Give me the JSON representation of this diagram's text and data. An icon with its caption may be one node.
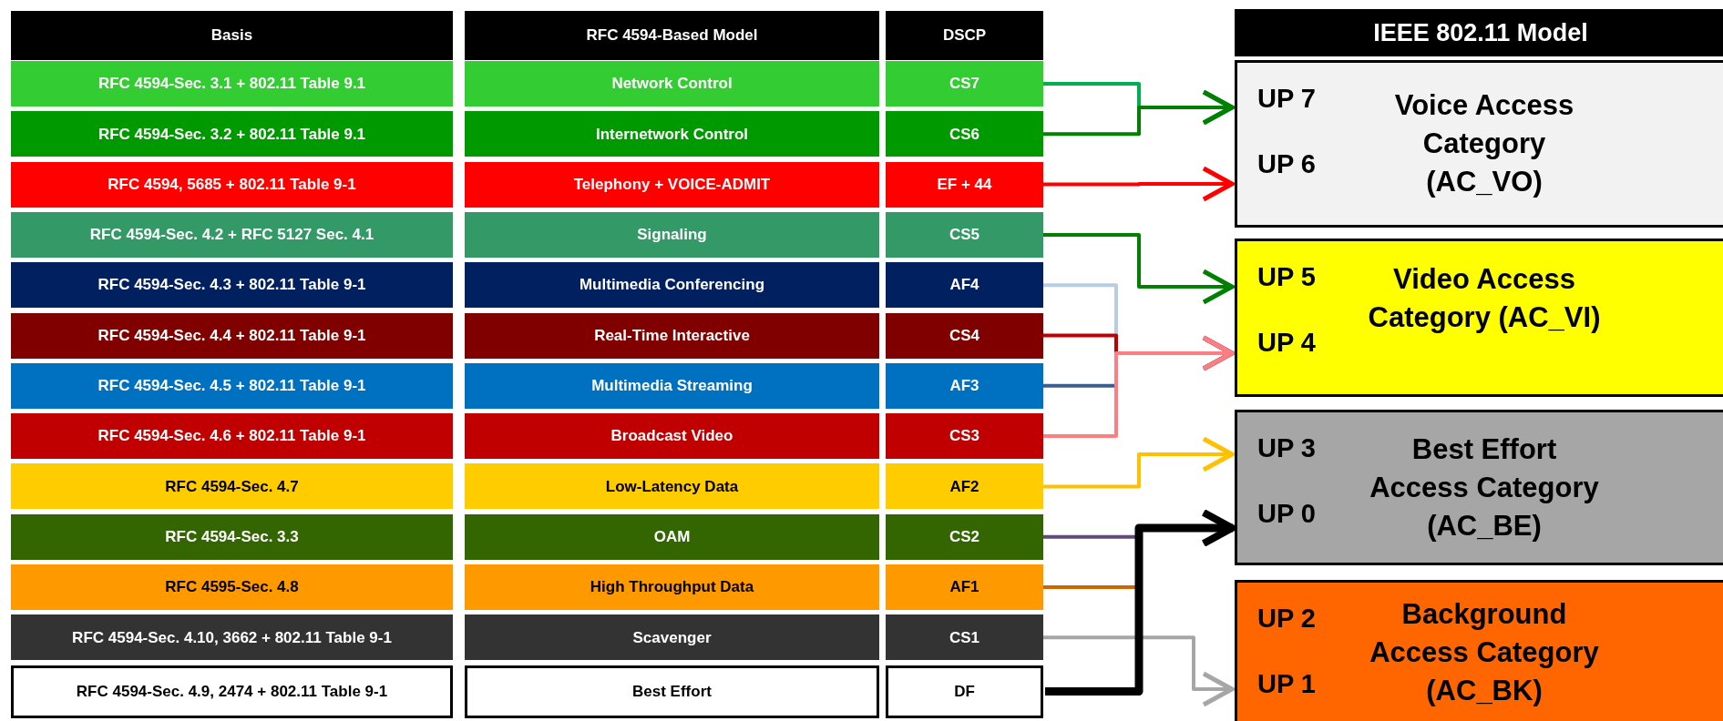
{
  "diagram": {
    "nodes": [
      {
        "text": [
          "Basis"
        ]
      },
      {
        "text": [
          "RFC 4594-Based Model"
        ]
      },
      {
        "text": [
          "DSCP"
        ]
      },
      {
        "text": [
          "IEEE 802.11 Model"
        ]
      },
      {
        "text": [
          "RFC 4594-Sec. 3.1 + 802.11 Table 9.1"
        ]
      },
      {
        "text": [
          "Network Control"
        ]
      },
      {
        "text": [
          "CS7"
        ]
      },
      {
        "text": [
          "RFC 4594-Sec. 3.2 + 802.11 Table 9.1"
        ]
      },
      {
        "text": [
          "Internetwork Control"
        ]
      },
      {
        "text": [
          "CS6"
        ]
      },
      {
        "text": [
          "RFC 4594, 5685 + 802.11 Table 9-1"
        ]
      },
      {
        "text": [
          "Telephony + VOICE-ADMIT"
        ]
      },
      {
        "text": [
          "EF + 44"
        ]
      },
      {
        "text": [
          "RFC 4594-Sec. 4.2 + RFC 5127 Sec. 4.1"
        ]
      },
      {
        "text": [
          "Signaling"
        ]
      },
      {
        "text": [
          "CS5"
        ]
      },
      {
        "text": [
          "RFC 4594-Sec. 4.3 + 802.11 Table 9-1"
        ]
      },
      {
        "text": [
          "Multimedia Conferencing"
        ]
      },
      {
        "text": [
          "AF4"
        ]
      },
      {
        "text": [
          "RFC 4594-Sec. 4.4 + 802.11 Table 9-1"
        ]
      },
      {
        "text": [
          "Real-Time Interactive"
        ]
      },
      {
        "text": [
          "CS4"
        ]
      },
      {
        "text": [
          "RFC 4594-Sec. 4.5 + 802.11 Table 9-1"
        ]
      },
      {
        "text": [
          "Multimedia Streaming"
        ]
      },
      {
        "text": [
          "AF3"
        ]
      },
      {
        "text": [
          "RFC 4594-Sec. 4.6 + 802.11 Table 9-1"
        ]
      },
      {
        "text": [
          "Broadcast Video"
        ]
      },
      {
        "text": [
          "CS3"
        ]
      },
      {
        "text": [
          "RFC 4594-Sec. 4.7"
        ]
      },
      {
        "text": [
          "Low-Latency Data"
        ]
      },
      {
        "text": [
          "AF2"
        ]
      },
      {
        "text": [
          "RFC 4594-Sec. 3.3"
        ]
      },
      {
        "text": [
          "OAM"
        ]
      },
      {
        "text": [
          "CS2"
        ]
      },
      {
        "text": [
          "RFC 4595-Sec. 4.8"
        ]
      },
      {
        "text": [
          "High Throughput Data"
        ]
      },
      {
        "text": [
          "AF1"
        ]
      },
      {
        "text": [
          "RFC 4594-Sec. 4.10, 3662 + 802.11 Table 9-1"
        ]
      },
      {
        "text": [
          "Scavenger"
        ]
      },
      {
        "text": [
          "CS1"
        ]
      },
      {
        "text": [
          "RFC 4594-Sec. 4.9, 2474 + 802.11 Table 9-1"
        ]
      },
      {
        "text": [
          "Best Effort"
        ]
      },
      {
        "text": [
          "DF"
        ]
      },
      {
        "text": [
          "UP 7",
          "UP 6",
          "Voice Access Category (AC_VO)"
        ]
      },
      {
        "text": [
          "UP 5",
          "UP 4",
          "Video Access Category (AC_VI)"
        ]
      },
      {
        "text": [
          "UP 3",
          "UP 0",
          "Best Effort Access Category (AC_BE)"
        ]
      },
      {
        "text": [
          "UP 2",
          "UP 1",
          "Background Access Category (AC_BK)"
        ]
      }
    ],
    "edges": [
      {
        "from": 6,
        "to": 43,
        "arrow": "to",
        "color": "#00b050"
      },
      {
        "from": 9,
        "to": 43,
        "arrow": "to",
        "color": "#008000"
      },
      {
        "from": 12,
        "to": 43,
        "arrow": "to",
        "color": "#ff0000"
      },
      {
        "from": 15,
        "to": 44,
        "arrow": "to",
        "color": "#008000"
      },
      {
        "from": 18,
        "to": 44,
        "arrow": "to",
        "color": "#b8cce4"
      },
      {
        "from": 21,
        "to": 44,
        "arrow": "to",
        "color": "#c00000"
      },
      {
        "from": 24,
        "to": 44,
        "arrow": "to",
        "color": "#3a5f8f"
      },
      {
        "from": 27,
        "to": 44,
        "arrow": "to",
        "color": "#ff7c80"
      },
      {
        "from": 30,
        "to": 45,
        "arrow": "to",
        "color": "#ffc000"
      },
      {
        "from": 33,
        "to": 45,
        "arrow": "to",
        "color": "#604a7b"
      },
      {
        "from": 36,
        "to": 45,
        "arrow": "to",
        "color": "#cc6600"
      },
      {
        "from": 39,
        "to": 46,
        "arrow": "to",
        "color": "#a6a6a6"
      },
      {
        "from": 42,
        "to": 45,
        "arrow": "to",
        "color": "#000000",
        "style": "thick"
      }
    ]
  }
}
